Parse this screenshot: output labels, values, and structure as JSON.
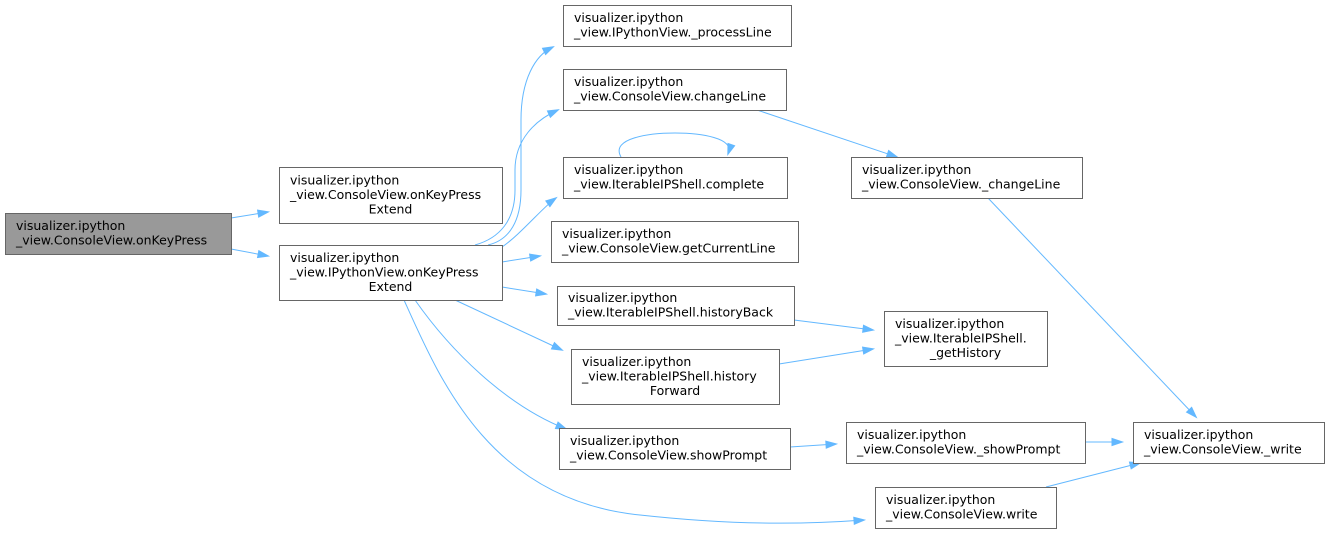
{
  "diagram": {
    "type": "call-graph",
    "colors": {
      "edge": "#63b8ff",
      "node_border": "#666666",
      "root_fill": "#999999",
      "node_fill": "#ffffff"
    },
    "nodes": [
      {
        "id": "onKeyPress",
        "root": true,
        "lines": [
          "visualizer.ipython",
          "_view.ConsoleView.onKeyPress"
        ]
      },
      {
        "id": "cv_onKeyPressExtend",
        "lines": [
          "visualizer.ipython",
          "_view.ConsoleView.onKeyPress",
          "Extend"
        ]
      },
      {
        "id": "ipv_onKeyPressExtend",
        "lines": [
          "visualizer.ipython",
          "_view.IPythonView.onKeyPress",
          "Extend"
        ]
      },
      {
        "id": "processLine",
        "lines": [
          "visualizer.ipython",
          "_view.IPythonView._processLine"
        ]
      },
      {
        "id": "changeLine",
        "lines": [
          "visualizer.ipython",
          "_view.ConsoleView.changeLine"
        ]
      },
      {
        "id": "complete",
        "lines": [
          "visualizer.ipython",
          "_view.IterableIPShell.complete"
        ]
      },
      {
        "id": "getCurrentLine",
        "lines": [
          "visualizer.ipython",
          "_view.ConsoleView.getCurrentLine"
        ]
      },
      {
        "id": "historyBack",
        "lines": [
          "visualizer.ipython",
          "_view.IterableIPShell.historyBack"
        ]
      },
      {
        "id": "historyForward",
        "lines": [
          "visualizer.ipython",
          "_view.IterableIPShell.history",
          "Forward"
        ]
      },
      {
        "id": "showPrompt",
        "lines": [
          "visualizer.ipython",
          "_view.ConsoleView.showPrompt"
        ]
      },
      {
        "id": "write",
        "lines": [
          "visualizer.ipython",
          "_view.ConsoleView.write"
        ]
      },
      {
        "id": "_changeLine",
        "lines": [
          "visualizer.ipython",
          "_view.ConsoleView._changeLine"
        ]
      },
      {
        "id": "_getHistory",
        "lines": [
          "visualizer.ipython",
          "_view.IterableIPShell.",
          "_getHistory"
        ]
      },
      {
        "id": "_showPrompt",
        "lines": [
          "visualizer.ipython",
          "_view.ConsoleView._showPrompt"
        ]
      },
      {
        "id": "_write",
        "lines": [
          "visualizer.ipython",
          "_view.ConsoleView._write"
        ]
      }
    ],
    "edges": [
      {
        "from": "onKeyPress",
        "to": "cv_onKeyPressExtend"
      },
      {
        "from": "onKeyPress",
        "to": "ipv_onKeyPressExtend"
      },
      {
        "from": "ipv_onKeyPressExtend",
        "to": "processLine"
      },
      {
        "from": "ipv_onKeyPressExtend",
        "to": "changeLine"
      },
      {
        "from": "ipv_onKeyPressExtend",
        "to": "complete"
      },
      {
        "from": "ipv_onKeyPressExtend",
        "to": "getCurrentLine"
      },
      {
        "from": "ipv_onKeyPressExtend",
        "to": "historyBack"
      },
      {
        "from": "ipv_onKeyPressExtend",
        "to": "historyForward"
      },
      {
        "from": "ipv_onKeyPressExtend",
        "to": "showPrompt"
      },
      {
        "from": "ipv_onKeyPressExtend",
        "to": "write"
      },
      {
        "from": "changeLine",
        "to": "_changeLine"
      },
      {
        "from": "complete",
        "to": "complete"
      },
      {
        "from": "historyBack",
        "to": "_getHistory"
      },
      {
        "from": "historyForward",
        "to": "_getHistory"
      },
      {
        "from": "showPrompt",
        "to": "_showPrompt"
      },
      {
        "from": "_changeLine",
        "to": "_write"
      },
      {
        "from": "_showPrompt",
        "to": "_write"
      },
      {
        "from": "write",
        "to": "_write"
      }
    ]
  }
}
